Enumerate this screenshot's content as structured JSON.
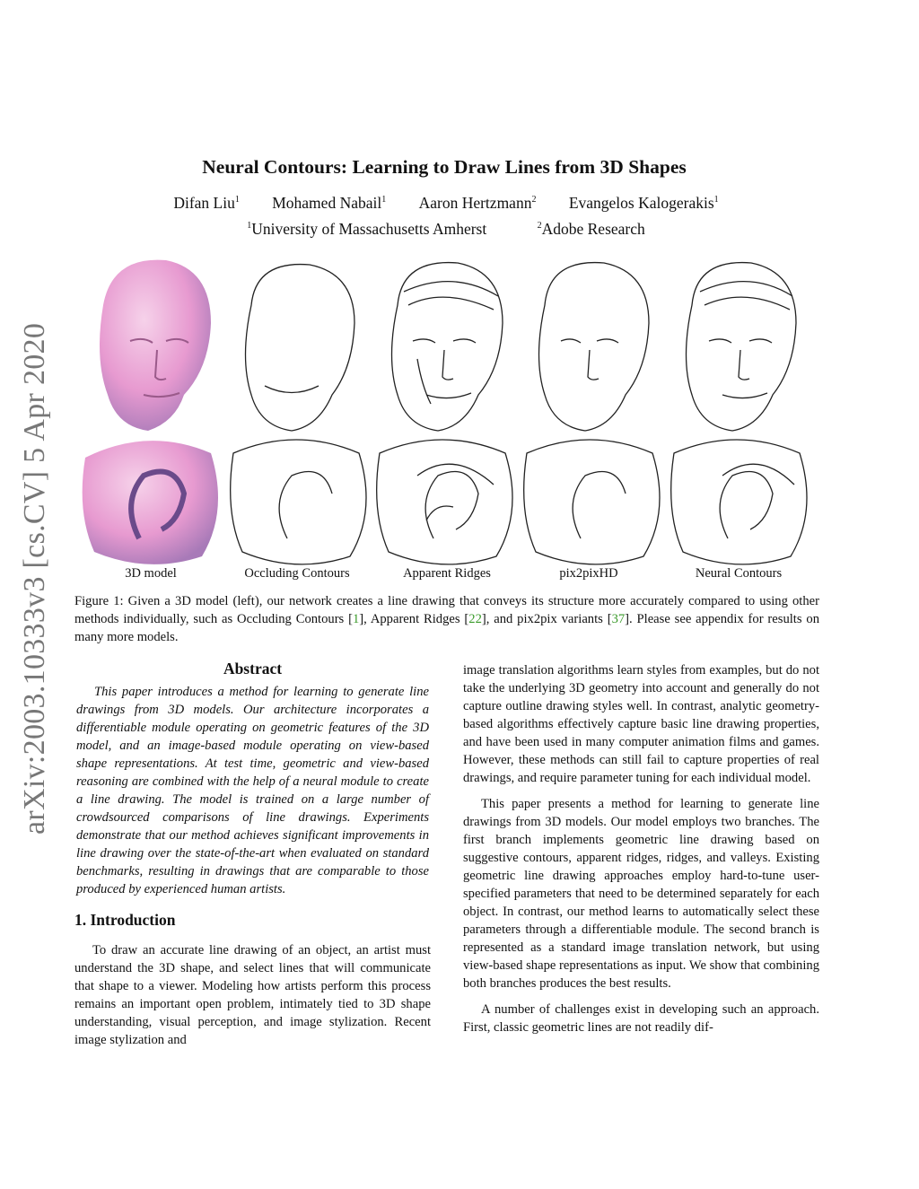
{
  "sidebar_stamp": "arXiv:2003.10333v3  [cs.CV]  5 Apr 2020",
  "title": "Neural Contours: Learning to Draw Lines from 3D Shapes",
  "authors": [
    {
      "name": "Difan Liu",
      "aff": "1"
    },
    {
      "name": "Mohamed Nabail",
      "aff": "1"
    },
    {
      "name": "Aaron Hertzmann",
      "aff": "2"
    },
    {
      "name": "Evangelos Kalogerakis",
      "aff": "1"
    }
  ],
  "affiliations": [
    {
      "num": "1",
      "name": "University of Massachusetts Amherst"
    },
    {
      "num": "2",
      "name": "Adobe Research"
    }
  ],
  "figure": {
    "labels": [
      "3D model",
      "Occluding Contours",
      "Apparent Ridges",
      "pix2pixHD",
      "Neural Contours"
    ],
    "caption_a": "Figure 1:  Given a 3D model (left), our network creates a line drawing that conveys its structure more accurately compared to using other methods individually, such as Occluding Contours [",
    "cite1": "1",
    "caption_b": "], Apparent Ridges [",
    "cite2": "22",
    "caption_c": "], and pix2pix variants [",
    "cite3": "37",
    "caption_d": "].  Please see appendix for results on many more models."
  },
  "abstract": {
    "heading": "Abstract",
    "text": "This paper introduces a method for learning to generate line drawings from 3D models. Our architecture incorporates a differentiable module operating on geometric features of the 3D model, and an image-based module operating on view-based shape representations. At test time, geometric and view-based reasoning are combined with the help of a neural module to create a line drawing. The model is trained on a large number of crowdsourced comparisons of line drawings. Experiments demonstrate that our method achieves significant improvements in line drawing over the state-of-the-art when evaluated on standard benchmarks, resulting in drawings that are comparable to those produced by experienced human artists."
  },
  "intro": {
    "heading": "1. Introduction",
    "p1": "To draw an accurate line drawing of an object, an artist must understand the 3D shape, and select lines that will communicate that shape to a viewer. Modeling how artists perform this process remains an important open problem, intimately tied to 3D shape understanding, visual perception, and image stylization. Recent image stylization and",
    "p2": "image translation algorithms learn styles from examples, but do not take the underlying 3D geometry into account and generally do not capture outline drawing styles well. In contrast, analytic geometry-based algorithms effectively capture basic line drawing properties, and have been used in many computer animation films and games. However, these methods can still fail to capture properties of real drawings, and require parameter tuning for each individual model.",
    "p3": "This paper presents a method for learning to generate line drawings from 3D models. Our model employs two branches. The first branch implements geometric line drawing based on suggestive contours, apparent ridges, ridges, and valleys. Existing geometric line drawing approaches employ hard-to-tune user-specified parameters that need to be determined separately for each object. In contrast, our method learns to automatically select these parameters through a differentiable module. The second branch is represented as a standard image translation network, but using view-based shape representations as input. We show that combining both branches produces the best results.",
    "p4": "A number of challenges exist in developing such an approach. First, classic geometric lines are not readily dif-"
  }
}
